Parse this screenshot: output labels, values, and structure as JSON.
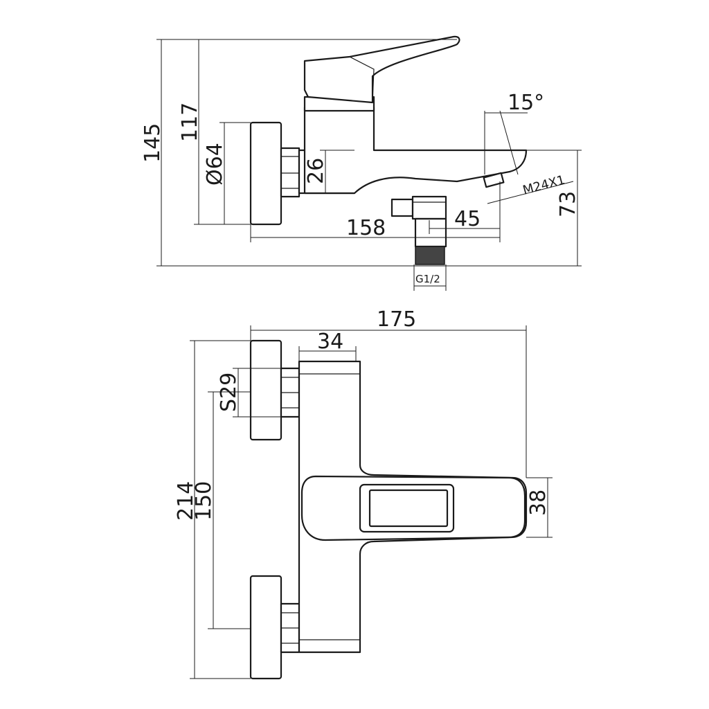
{
  "colors": {
    "line": "#1a1a1a",
    "background": "#ffffff",
    "thread": "#444444"
  },
  "side_view": {
    "dim_total_height": "145",
    "dim_body_height": "117",
    "dim_flange_diameter": "Ø64",
    "dim_inlet_height": "26",
    "dim_depth": "158",
    "dim_spout_offset": "45",
    "dim_spout_angle": "15°",
    "dim_spout_thread": "M24X1",
    "dim_spout_height": "73",
    "dim_inlet_thread": "G1/2"
  },
  "top_view": {
    "dim_total_width": "175",
    "dim_body_width": "34",
    "dim_nut_size": "S29",
    "dim_total_length": "214",
    "dim_center_distance": "150",
    "dim_handle_width": "38"
  }
}
